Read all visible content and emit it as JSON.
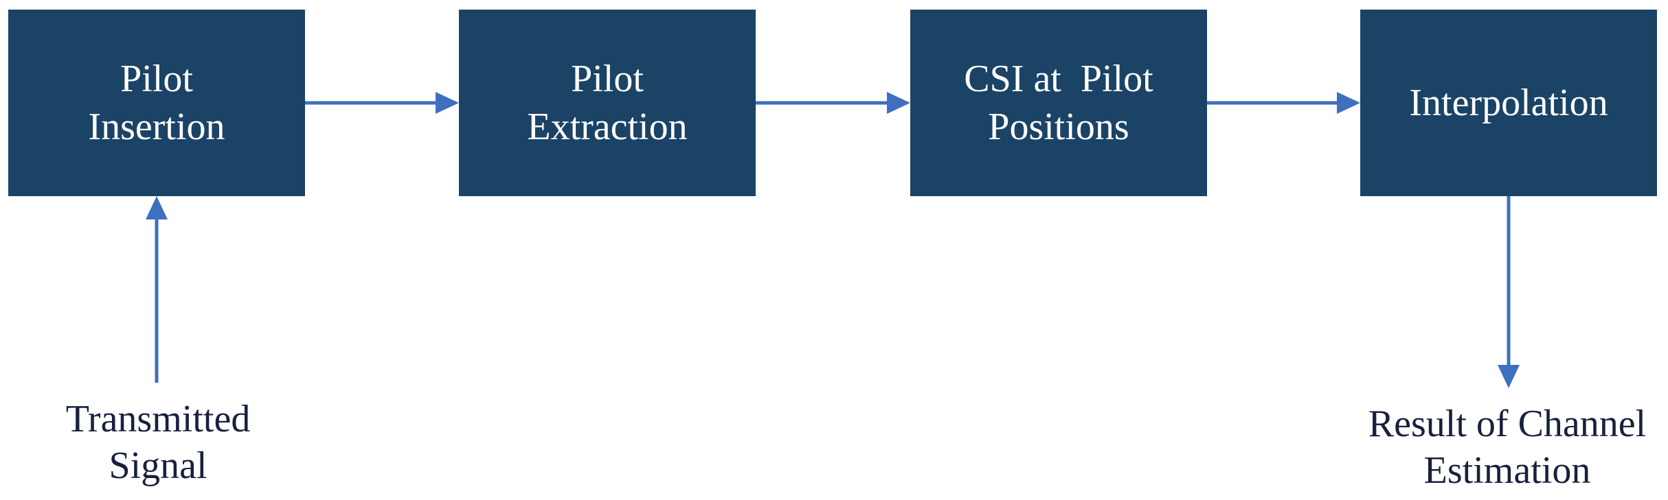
{
  "blocks": [
    {
      "line1": "Pilot",
      "line2": "Insertion"
    },
    {
      "line1": "Pilot",
      "line2": "Extraction"
    },
    {
      "line1": "CSI at  Pilot",
      "line2": "Positions"
    },
    {
      "line1": "Interpolation"
    }
  ],
  "input_caption": {
    "line1": "Transmitted",
    "line2": "Signal"
  },
  "output_caption": {
    "line1": "Result of Channel",
    "line2": "Estimation"
  },
  "colors": {
    "block_fill": "#1b4366",
    "block_text": "#ffffff",
    "arrow": "#3f6fbf",
    "caption_text": "#17213d"
  }
}
